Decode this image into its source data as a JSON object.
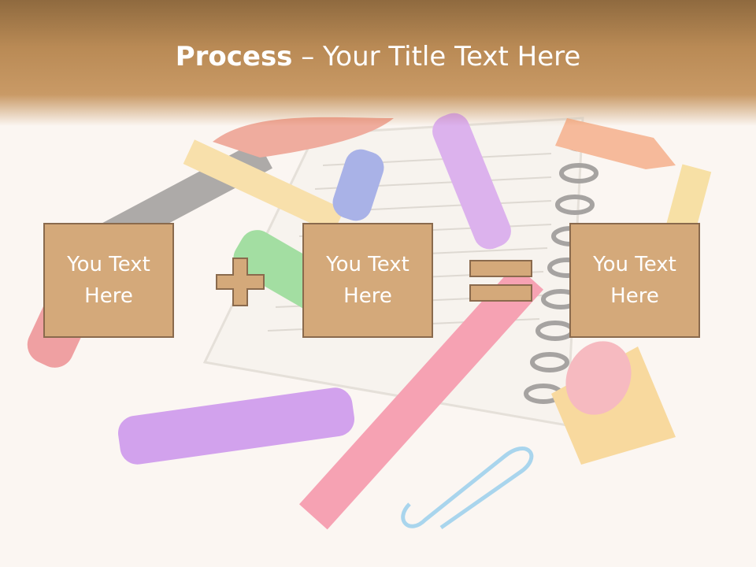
{
  "slide": {
    "title_bold": "Process",
    "title_rest": " – Your Title Text Here",
    "boxes": [
      {
        "text": "You Text Here"
      },
      {
        "text": "You Text Here"
      },
      {
        "text": "You Text Here"
      }
    ],
    "operators": [
      "plus-icon",
      "equals-icon"
    ],
    "colors": {
      "header_brown": "#b98a55",
      "box_fill": "#d4a97a",
      "box_border": "#8a6a4d"
    }
  }
}
